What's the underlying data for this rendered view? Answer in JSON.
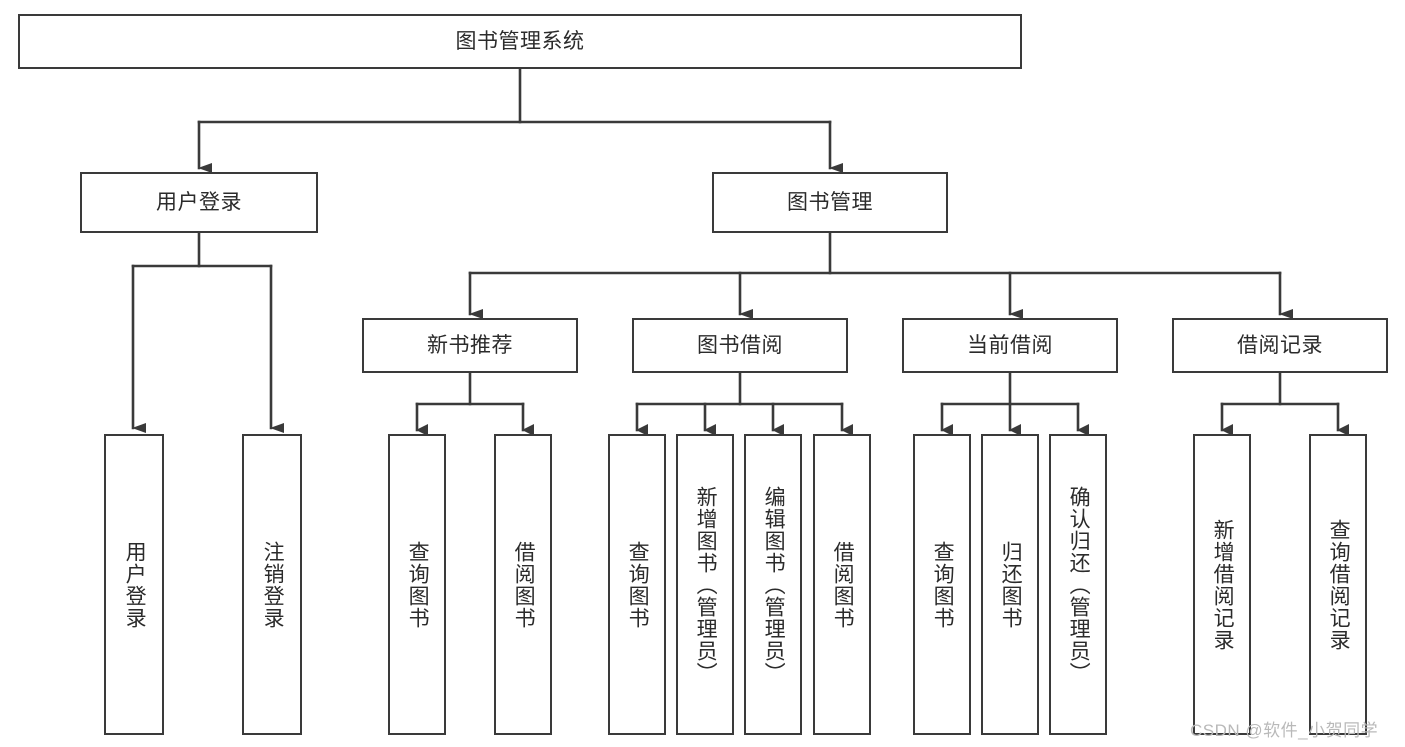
{
  "diagram": {
    "title": "图书管理系统",
    "type": "tree-hierarchy-diagram",
    "colors": {
      "box_border": "#3a3a3a",
      "box_fill": "#ffffff",
      "edge": "#3a3a3a",
      "text": "#2b2b2b",
      "watermark": "#b9b9b9"
    },
    "root": {
      "label": "图书管理系统"
    },
    "level2": [
      {
        "label": "用户登录"
      },
      {
        "label": "图书管理"
      }
    ],
    "level3": [
      {
        "label": "新书推荐"
      },
      {
        "label": "图书借阅"
      },
      {
        "label": "当前借阅"
      },
      {
        "label": "借阅记录"
      }
    ],
    "leaves": [
      {
        "label": "用户登录",
        "parent": "用户登录"
      },
      {
        "label": "注销登录",
        "parent": "用户登录"
      },
      {
        "label": "查询图书",
        "parent": "新书推荐"
      },
      {
        "label": "借阅图书",
        "parent": "新书推荐"
      },
      {
        "label": "查询图书",
        "parent": "图书借阅"
      },
      {
        "label": "新增图书（管理员）",
        "parent": "图书借阅"
      },
      {
        "label": "编辑图书（管理员）",
        "parent": "图书借阅"
      },
      {
        "label": "借阅图书",
        "parent": "图书借阅"
      },
      {
        "label": "查询图书",
        "parent": "当前借阅"
      },
      {
        "label": "归还图书",
        "parent": "当前借阅"
      },
      {
        "label": "确认归还（管理员）",
        "parent": "当前借阅"
      },
      {
        "label": "新增借阅记录",
        "parent": "借阅记录"
      },
      {
        "label": "查询借阅记录",
        "parent": "借阅记录"
      }
    ]
  },
  "watermark": {
    "text": "CSDN @软件_小贺同学"
  }
}
